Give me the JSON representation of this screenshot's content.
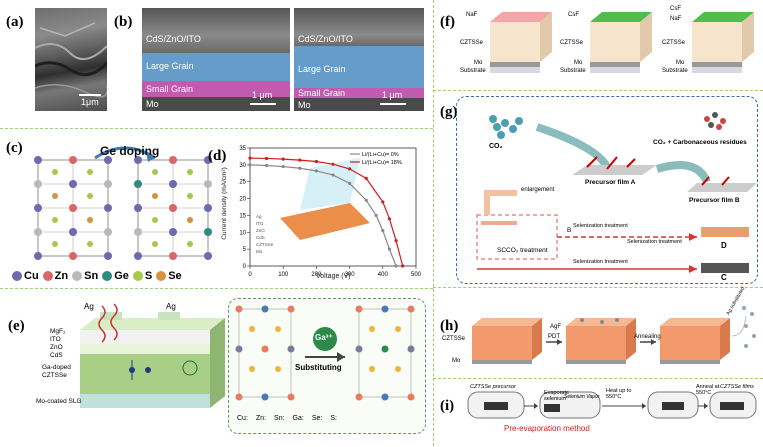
{
  "panels": {
    "a": {
      "label": "(a)",
      "scale": "1μm"
    },
    "b": {
      "label": "(b)",
      "left": {
        "layers": [
          "CdS/ZnO/ITO",
          "Large Grain",
          "Small Grain",
          "Mo"
        ],
        "scale": "1 μm"
      },
      "right": {
        "layers": [
          "CdS/ZnO/ITO",
          "Large Grain",
          "Small Grain",
          "Mo"
        ],
        "scale": "1 μm"
      }
    },
    "c": {
      "label": "(c)",
      "arrow_text": "Ge doping",
      "legend": [
        {
          "sym": "Cu",
          "color": "#6b6bb0"
        },
        {
          "sym": "Zn",
          "color": "#d76666"
        },
        {
          "sym": "Sn",
          "color": "#b9b9b9"
        },
        {
          "sym": "Ge",
          "color": "#2e8b80"
        },
        {
          "sym": "S",
          "color": "#a5c94a"
        },
        {
          "sym": "Se",
          "color": "#d69142"
        }
      ]
    },
    "d": {
      "label": "(d)",
      "xlabel": "Voltage (V)",
      "ylabel": "Current density (mA/cm²)",
      "legend": [
        "Li/(Li+Cu)= 0%",
        "Li/(Li+Cu)= 18%"
      ],
      "stack": [
        "Ag",
        "ITO",
        "ZnO",
        "CdS",
        "CZTSSe",
        "Mo"
      ]
    },
    "e": {
      "label": "(e)",
      "stack": [
        "MgF₂",
        "ITO",
        "ZnO",
        "CdS",
        "Ga-doped CZTSSe",
        "Mo-coated SLG"
      ],
      "ag_labels": [
        "Ag",
        "Ag"
      ],
      "ion": "Ga³⁺",
      "substituting": "Substituting",
      "legend": [
        "Cu:",
        "Zn:",
        "Sn:",
        "Ga:",
        "Se:",
        "S:"
      ]
    },
    "f": {
      "label": "(f)",
      "blocks": [
        {
          "top": "NaF",
          "mid": "CZTSSe",
          "bottom1": "Mo",
          "bottom2": "Substrate"
        },
        {
          "top": "CsF",
          "mid": "CZTSSe",
          "bottom1": "Mo",
          "bottom2": "Substrate"
        },
        {
          "top": "CsF",
          "top2": "NaF",
          "mid": "CZTSSe",
          "bottom1": "Mo",
          "bottom2": "Substrate"
        }
      ]
    },
    "g": {
      "label": "(g)",
      "co2": "CO₂",
      "residues": "CO₂ + Carbonaceous residues",
      "filmA": "Precursor film A",
      "filmB": "Precursor film B",
      "enlargement": "enlargement",
      "scco2": "SCCO₂ treatment",
      "B": "B",
      "D": "D",
      "C": "C",
      "sel1": "Selenization treatment",
      "sel2": "Selenization treatment",
      "sel3": "Selenization treatment"
    },
    "h": {
      "label": "(h)",
      "agf": "AgF",
      "pdt": "PDT",
      "annealing": "Annealing",
      "cztsse": "CZTSSe",
      "mo": "Mo",
      "ag_sub": "Ag substituted"
    },
    "i": {
      "label": "(i)",
      "steps": [
        "CZTSSe precursor",
        "Evaporate selenium",
        "Selenium Vapor",
        "Heat up to 550°C",
        "Anneal at 550°C",
        "CZTSSe films"
      ],
      "method": "Pre-evaporation method"
    }
  },
  "chart_data": {
    "type": "line",
    "title": "",
    "xlabel": "Voltage (V)",
    "ylabel": "Current density (mA/cm²)",
    "xlim": [
      0,
      500
    ],
    "ylim": [
      0,
      35
    ],
    "xticks": [
      0,
      100,
      200,
      300,
      400,
      500
    ],
    "yticks": [
      0,
      5,
      10,
      15,
      20,
      25,
      30,
      35
    ],
    "series": [
      {
        "name": "Li/(Li+Cu)= 0%",
        "color": "#888888",
        "x": [
          0,
          50,
          100,
          150,
          200,
          250,
          300,
          350,
          380,
          400,
          420,
          440
        ],
        "y": [
          30,
          29.8,
          29.5,
          29.0,
          28.2,
          27.0,
          24.5,
          19.5,
          15,
          10.5,
          5,
          0
        ]
      },
      {
        "name": "Li/(Li+Cu)= 18%",
        "color": "#cc1f1f",
        "x": [
          0,
          50,
          100,
          150,
          200,
          250,
          300,
          350,
          400,
          420,
          440,
          460
        ],
        "y": [
          32,
          31.9,
          31.7,
          31.4,
          31.0,
          30.2,
          28.8,
          26.0,
          19.0,
          14,
          7.5,
          0
        ]
      }
    ]
  }
}
